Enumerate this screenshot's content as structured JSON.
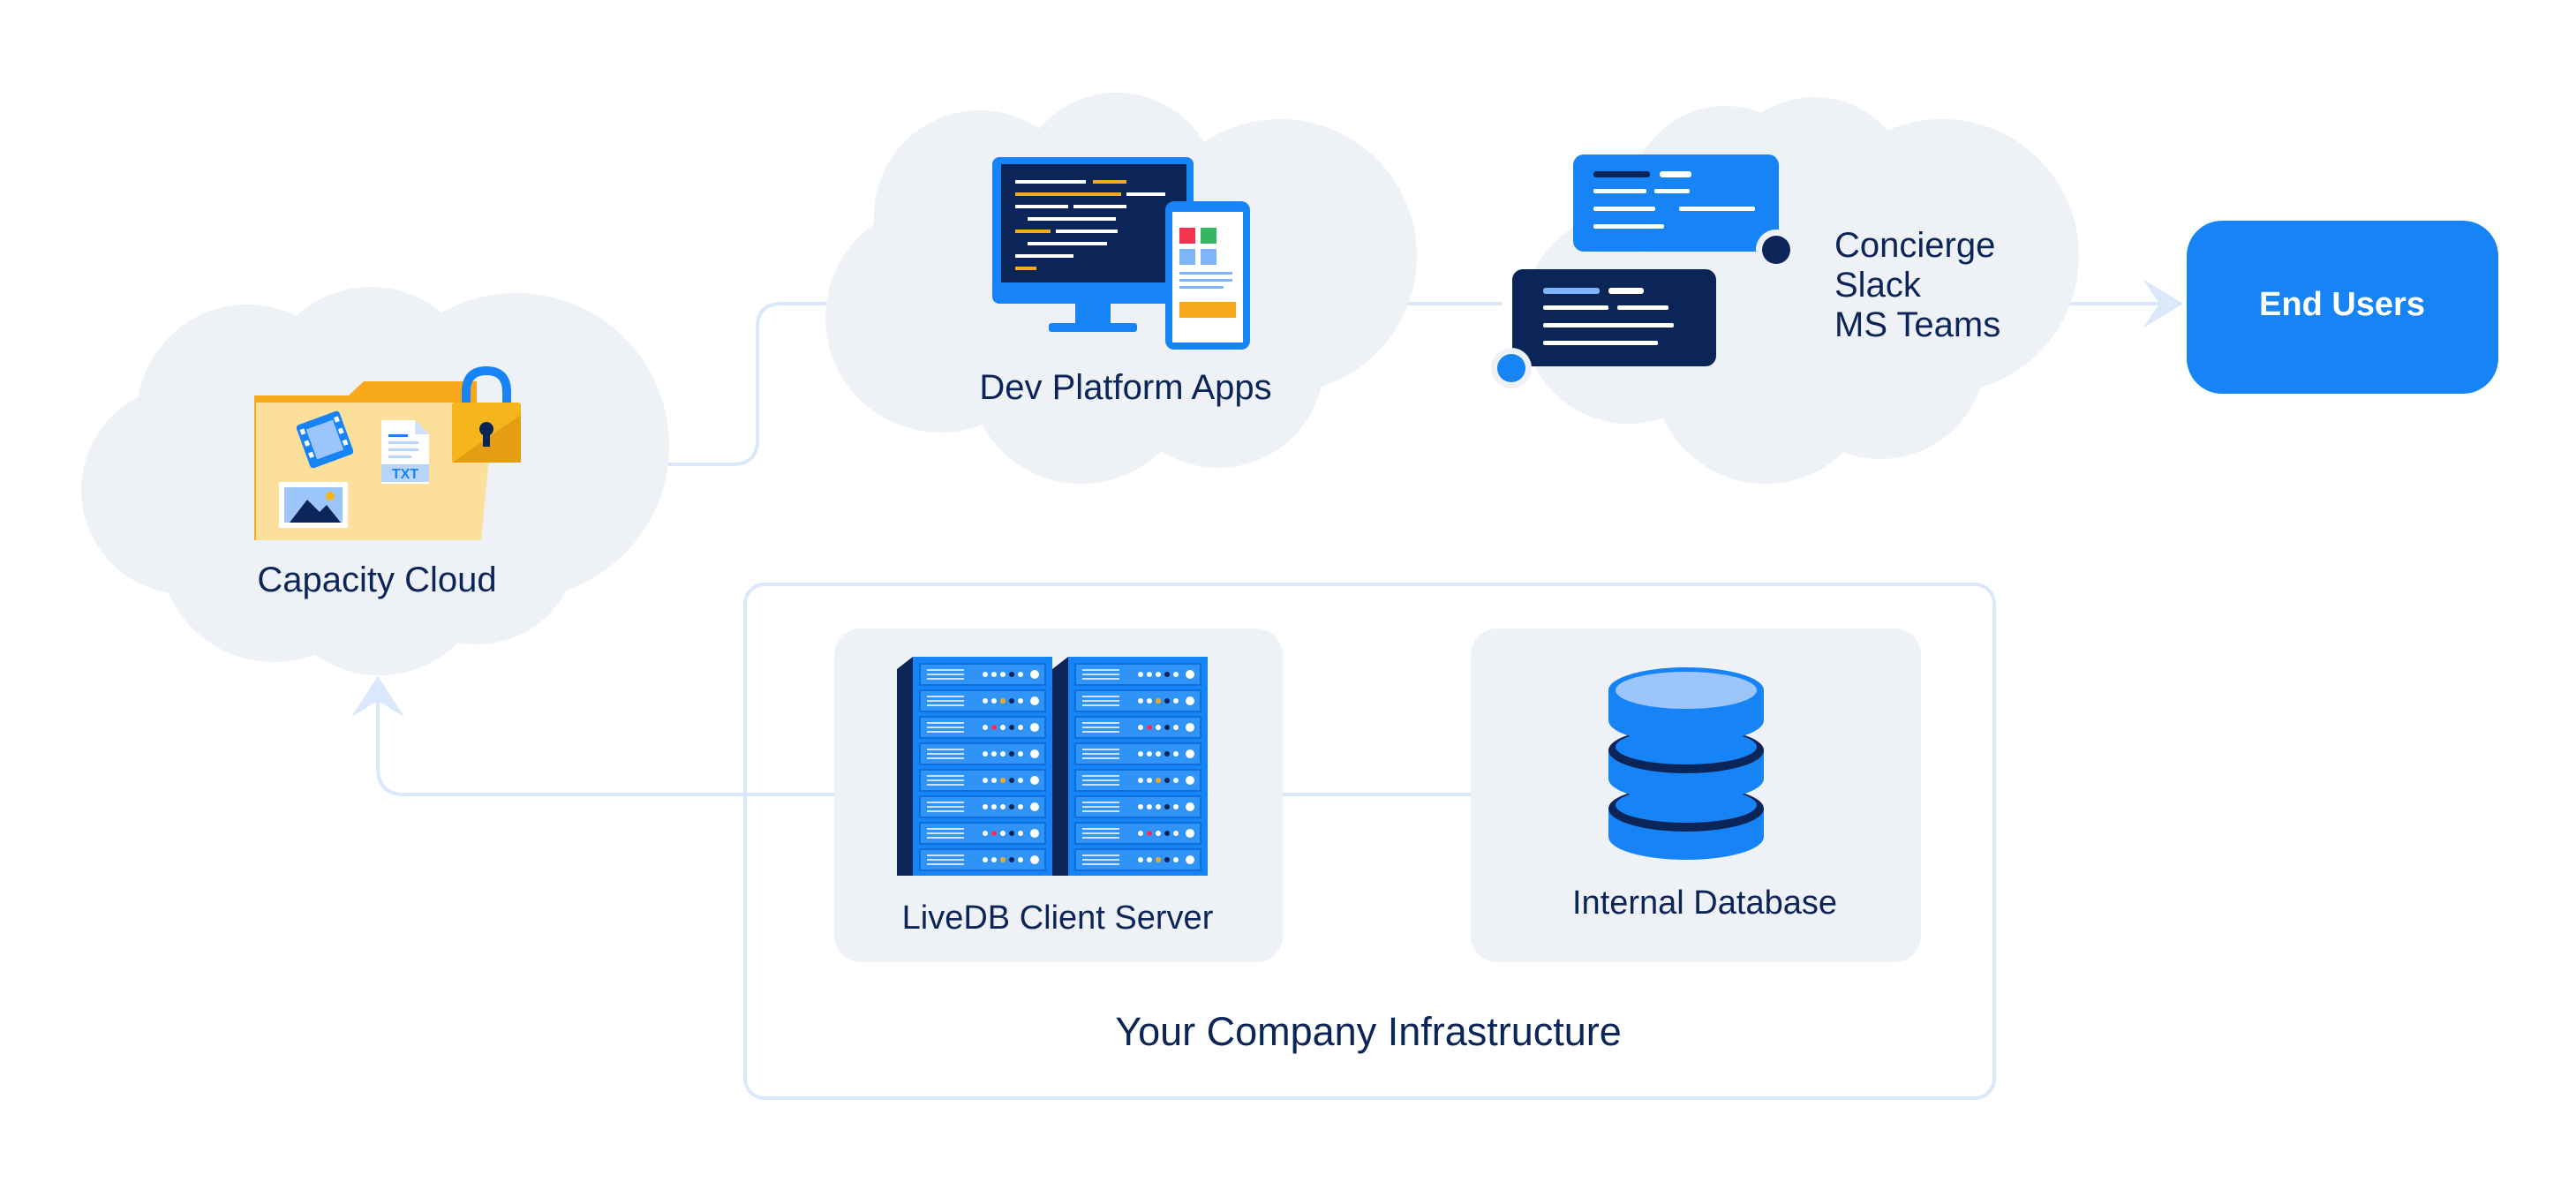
{
  "nodes": {
    "capacity_cloud": {
      "label": "Capacity Cloud",
      "file_badge": "TXT"
    },
    "dev_platform": {
      "label": "Dev Platform Apps"
    },
    "messaging": {
      "lines": [
        "Concierge",
        "Slack",
        "MS Teams"
      ]
    },
    "end_users": {
      "label": "End Users"
    },
    "livedb": {
      "label": "LiveDB Client Server"
    },
    "internal_db": {
      "label": "Internal Database"
    },
    "infrastructure": {
      "label": "Your Company Infrastructure"
    }
  },
  "colors": {
    "cloud": "#eef1f6",
    "connector": "#dbe8fb",
    "primary_blue": "#1684f7",
    "navy": "#0b2559",
    "folder_yellow": "#fddf9c",
    "folder_tab": "#f8a81b",
    "lock_gold": "#f5b51c"
  }
}
